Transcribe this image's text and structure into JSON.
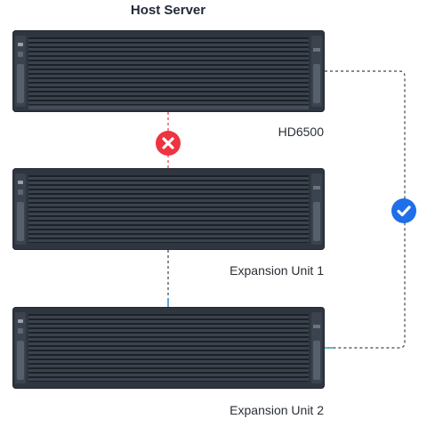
{
  "diagram": {
    "title": "Host Server",
    "devices": [
      {
        "label": "HD6500"
      },
      {
        "label": "Expansion Unit 1"
      },
      {
        "label": "Expansion Unit 2"
      }
    ],
    "connections": [
      {
        "from": "Host Server",
        "to": "Expansion Unit 1",
        "status": "failed",
        "icon": "x-circle-icon"
      },
      {
        "from": "Expansion Unit 1",
        "to": "Expansion Unit 2",
        "status": "connected"
      },
      {
        "from": "Host Server",
        "to": "Expansion Unit 2",
        "status": "ok",
        "icon": "check-circle-icon"
      }
    ],
    "colors": {
      "error": "#ef3340",
      "success": "#1e6fe8",
      "link": "#3a4350",
      "link_accent": "#3ab0b0",
      "server_body": "#2f3640"
    }
  }
}
